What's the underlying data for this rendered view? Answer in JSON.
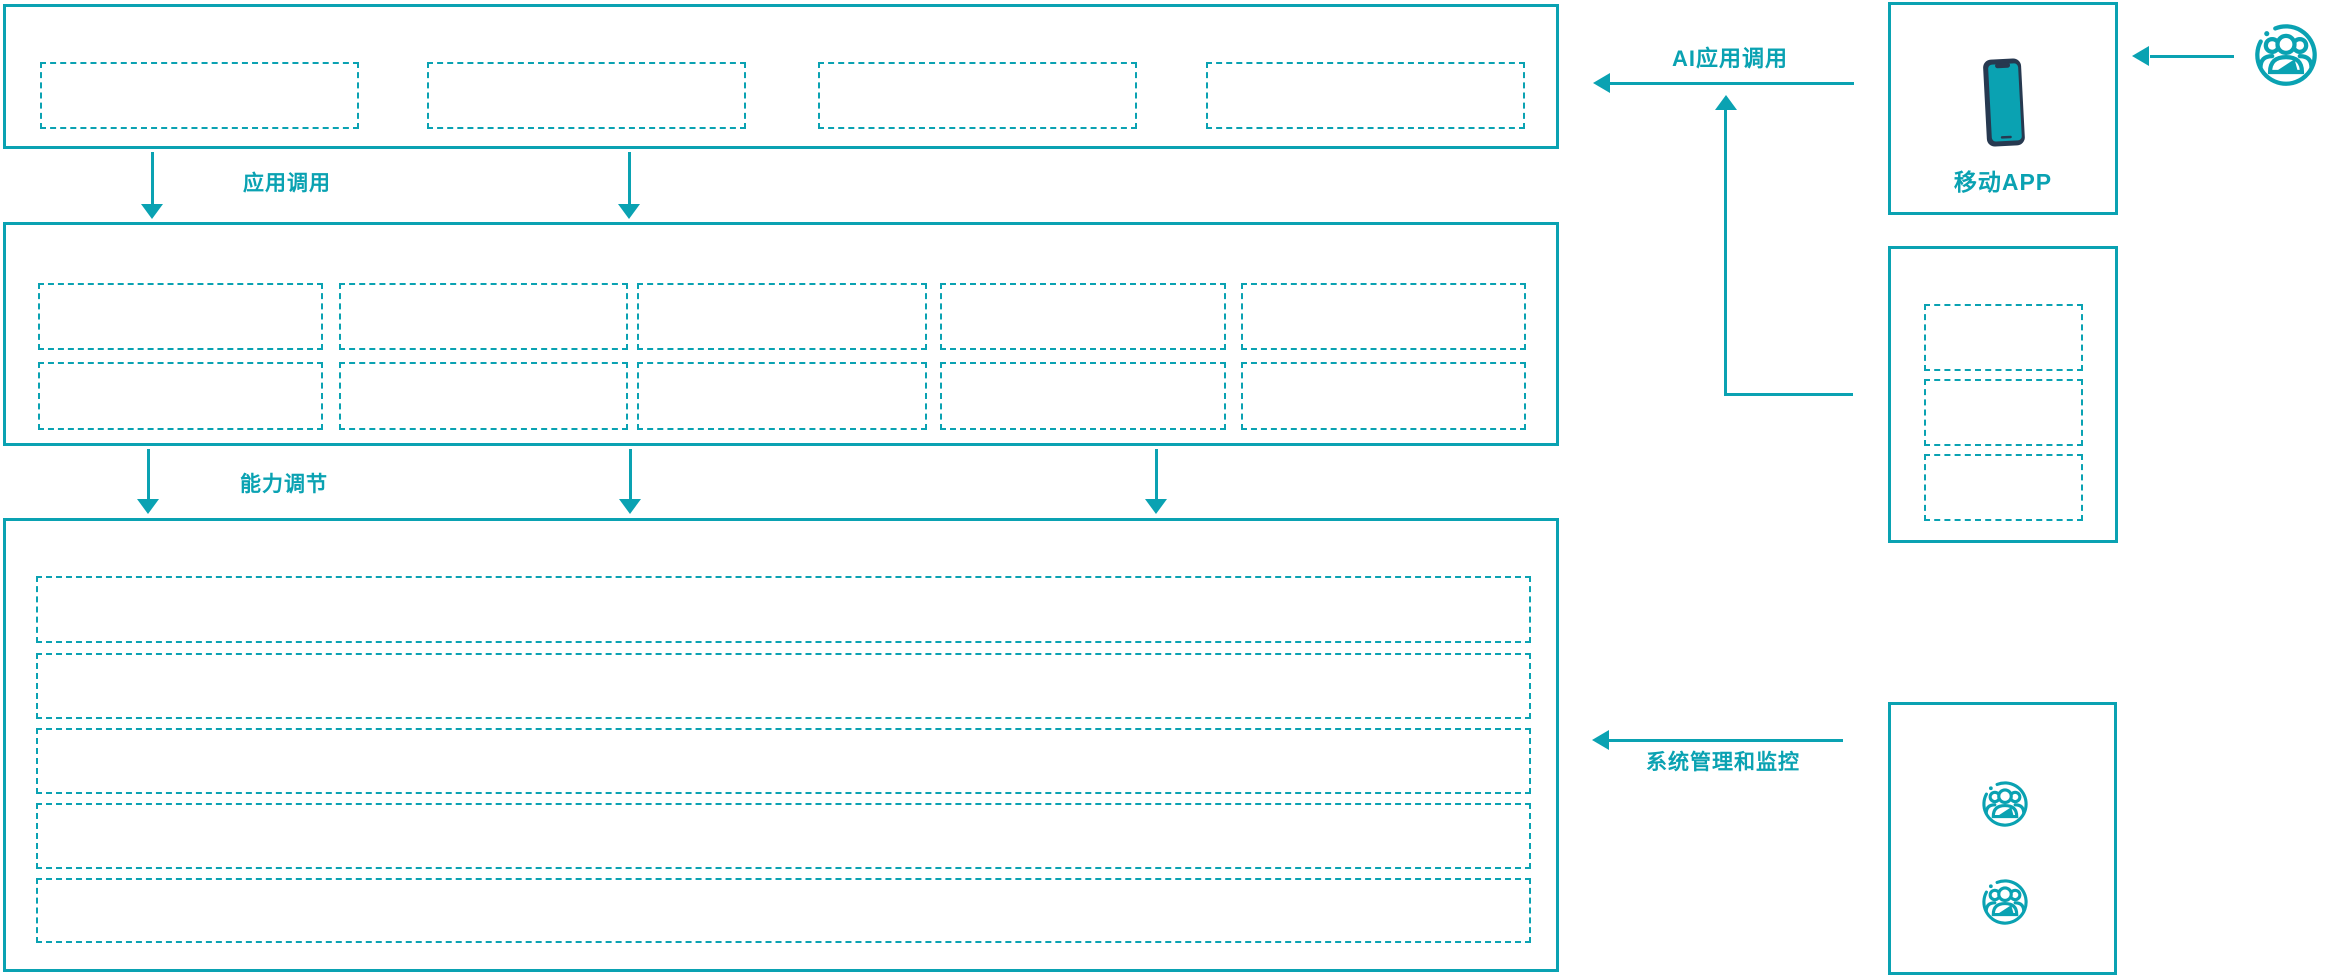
{
  "palette": {
    "teal": "#0aa2b2",
    "phone_body": "#273950",
    "background": "#ffffff"
  },
  "labels": {
    "app_call": "应用调用",
    "capability_adjust": "能力调节",
    "ai_app_call": "AI应用调用",
    "mobile_app": "移动APP",
    "system_monitor": "系统管理和监控"
  },
  "structure": {
    "application_layer_placeholders": 4,
    "capability_layer_rows": 2,
    "capability_layer_columns": 5,
    "platform_layer_rows": 5,
    "right_panel_placeholders": 3,
    "admin_user_icons": 2
  },
  "icons": {
    "mobile_phone": "mobile-phone-icon",
    "users": "users-icon"
  }
}
